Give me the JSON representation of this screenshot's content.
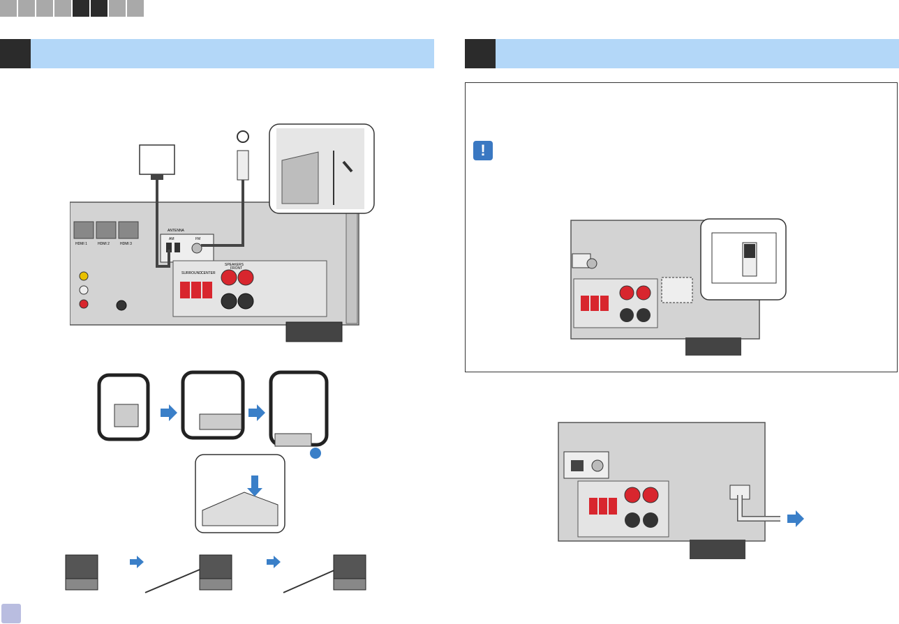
{
  "progress": {
    "segments": [
      {
        "state": "inactive"
      },
      {
        "state": "inactive"
      },
      {
        "state": "inactive"
      },
      {
        "state": "inactive"
      },
      {
        "state": "active"
      },
      {
        "state": "active"
      },
      {
        "state": "inactive"
      },
      {
        "state": "inactive"
      }
    ],
    "colors": {
      "active": "#2b2b2b",
      "inactive": "#a9a9a9"
    }
  },
  "left_section": {
    "header_text": ""
  },
  "right_section": {
    "header_text": ""
  },
  "colors": {
    "header_band": "#b3d7f8",
    "header_number_box": "#2b2b2b",
    "panel_gray": "#d3d3d3",
    "terminal_red": "#d8262e",
    "arrow_blue": "#3a7fc8"
  },
  "icons": {
    "caution": "exclamation-icon",
    "tip": "lightbulb-icon"
  },
  "caution_glyph": "!",
  "panel_labels": {
    "antenna": "ANTENNA",
    "am": "AM",
    "fm": "FM",
    "speakers": "SPEAKERS",
    "front": "FRONT",
    "surround": "SURROUND",
    "center": "CENTER",
    "hdmi1": "HDMI 1",
    "hdmi2": "HDMI 2",
    "hdmi3": "HDMI 3"
  }
}
